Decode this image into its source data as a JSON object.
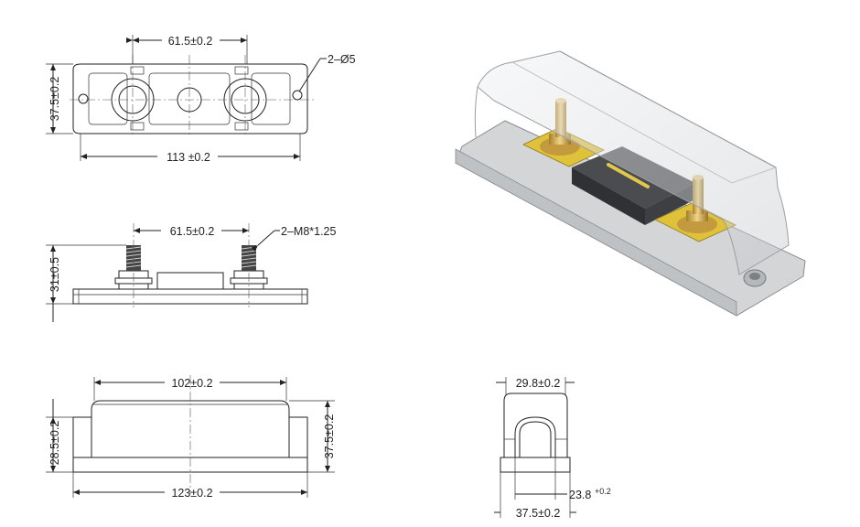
{
  "top_view": {
    "dim_center_spacing": "61.5±0.2",
    "dim_width": "37.5±0.2",
    "dim_length": "113 ±0.2",
    "hole_callout": "2–Ø5"
  },
  "side_view": {
    "dim_stud_spacing": "61.5±0.2",
    "dim_height": "31±0.5",
    "thread_callout": "2–M8*1.25"
  },
  "front_view": {
    "dim_cover_length": "102±0.2",
    "dim_base_length": "123±0.2",
    "dim_cover_height": "28.5±0.2",
    "dim_total_height": "37.5±0.2"
  },
  "end_view": {
    "dim_cover_width": "29.8±0.2",
    "dim_inner_width": "23.8",
    "dim_inner_tol": "+0.2",
    "dim_base_width": "37.5±0.2"
  },
  "colors": {
    "line": "#222222",
    "cover": "#d8dadc",
    "base": "#c9cbcd",
    "brass": "#d6b25a",
    "plate": "#e3c74a",
    "fuse_body": "#3b3d40"
  }
}
